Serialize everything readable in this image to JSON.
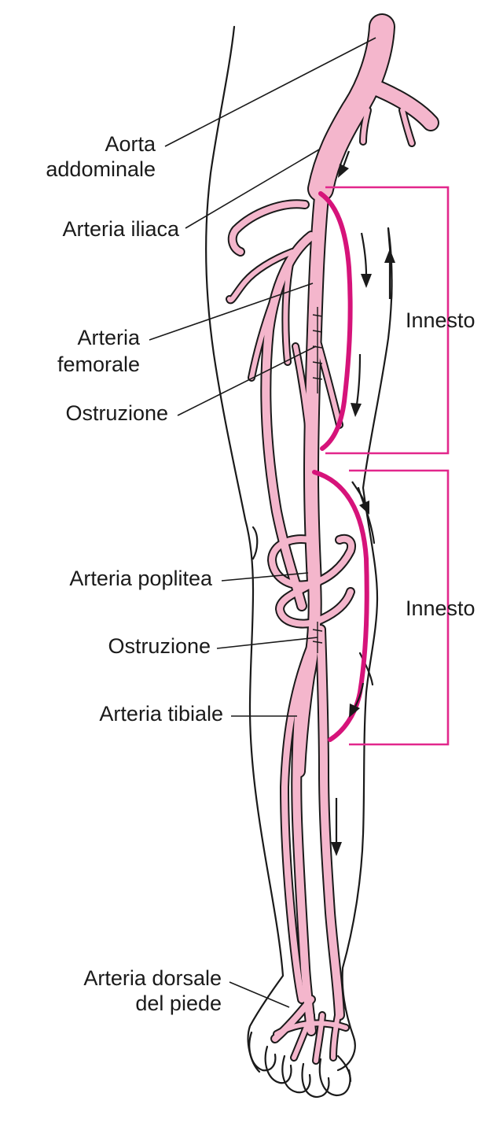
{
  "labels": {
    "aorta_line1": "Aorta",
    "aorta_line2": "addominale",
    "iliac": "Arteria iliaca",
    "femoral_line1": "Arteria",
    "femoral_line2": "femorale",
    "obstruction_upper": "Ostruzione",
    "popliteal": "Arteria poplitea",
    "obstruction_lower": "Ostruzione",
    "tibial": "Arteria tibiale",
    "dorsalis_line1": "Arteria dorsale",
    "dorsalis_line2": "del piede",
    "graft_upper": "Innesto",
    "graft_lower": "Innesto"
  },
  "colors": {
    "artery_fill": "#f4b6cc",
    "graft": "#d6137a",
    "bracket": "#e2278c",
    "ink": "#1a1a1a"
  }
}
